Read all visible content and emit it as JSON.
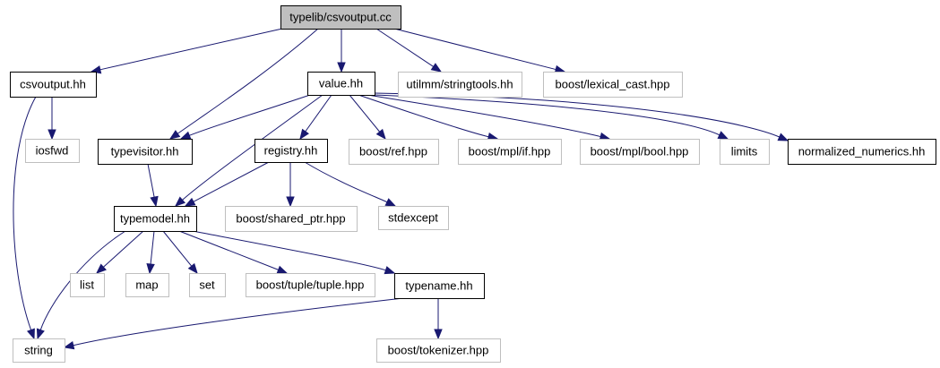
{
  "diagram": {
    "colors": {
      "edge": "#191970",
      "root_fill": "#bfbfbf",
      "local_border": "#000000",
      "external_border": "#bfbfbf",
      "background": "#ffffff"
    },
    "nodes": [
      {
        "id": "csvoutput_cc",
        "label": "typelib/csvoutput.cc",
        "kind": "root"
      },
      {
        "id": "csvoutput_hh",
        "label": "csvoutput.hh",
        "kind": "local"
      },
      {
        "id": "value_hh",
        "label": "value.hh",
        "kind": "local"
      },
      {
        "id": "stringtools",
        "label": "utilmm/stringtools.hh",
        "kind": "external"
      },
      {
        "id": "lexical_cast",
        "label": "boost/lexical_cast.hpp",
        "kind": "external"
      },
      {
        "id": "iosfwd",
        "label": "iosfwd",
        "kind": "external"
      },
      {
        "id": "typevisitor_hh",
        "label": "typevisitor.hh",
        "kind": "local"
      },
      {
        "id": "registry_hh",
        "label": "registry.hh",
        "kind": "local"
      },
      {
        "id": "boost_ref",
        "label": "boost/ref.hpp",
        "kind": "external"
      },
      {
        "id": "boost_mpl_if",
        "label": "boost/mpl/if.hpp",
        "kind": "external"
      },
      {
        "id": "boost_mpl_bool",
        "label": "boost/mpl/bool.hpp",
        "kind": "external"
      },
      {
        "id": "limits",
        "label": "limits",
        "kind": "external"
      },
      {
        "id": "normalized_numerics",
        "label": "normalized_numerics.hh",
        "kind": "local"
      },
      {
        "id": "typemodel_hh",
        "label": "typemodel.hh",
        "kind": "local"
      },
      {
        "id": "shared_ptr",
        "label": "boost/shared_ptr.hpp",
        "kind": "external"
      },
      {
        "id": "stdexcept",
        "label": "stdexcept",
        "kind": "external"
      },
      {
        "id": "list",
        "label": "list",
        "kind": "external"
      },
      {
        "id": "map",
        "label": "map",
        "kind": "external"
      },
      {
        "id": "set",
        "label": "set",
        "kind": "external"
      },
      {
        "id": "tuple",
        "label": "boost/tuple/tuple.hpp",
        "kind": "external"
      },
      {
        "id": "typename_hh",
        "label": "typename.hh",
        "kind": "local"
      },
      {
        "id": "string",
        "label": "string",
        "kind": "external"
      },
      {
        "id": "tokenizer",
        "label": "boost/tokenizer.hpp",
        "kind": "external"
      }
    ],
    "edges": [
      {
        "from": "csvoutput_cc",
        "to": "csvoutput_hh"
      },
      {
        "from": "csvoutput_cc",
        "to": "value_hh"
      },
      {
        "from": "csvoutput_cc",
        "to": "stringtools"
      },
      {
        "from": "csvoutput_cc",
        "to": "lexical_cast"
      },
      {
        "from": "csvoutput_cc",
        "to": "typevisitor_hh"
      },
      {
        "from": "csvoutput_hh",
        "to": "iosfwd"
      },
      {
        "from": "csvoutput_hh",
        "to": "string"
      },
      {
        "from": "value_hh",
        "to": "typevisitor_hh"
      },
      {
        "from": "value_hh",
        "to": "registry_hh"
      },
      {
        "from": "value_hh",
        "to": "boost_ref"
      },
      {
        "from": "value_hh",
        "to": "boost_mpl_if"
      },
      {
        "from": "value_hh",
        "to": "boost_mpl_bool"
      },
      {
        "from": "value_hh",
        "to": "limits"
      },
      {
        "from": "value_hh",
        "to": "normalized_numerics"
      },
      {
        "from": "value_hh",
        "to": "typemodel_hh"
      },
      {
        "from": "typevisitor_hh",
        "to": "typemodel_hh"
      },
      {
        "from": "registry_hh",
        "to": "typemodel_hh"
      },
      {
        "from": "registry_hh",
        "to": "shared_ptr"
      },
      {
        "from": "registry_hh",
        "to": "stdexcept"
      },
      {
        "from": "typemodel_hh",
        "to": "list"
      },
      {
        "from": "typemodel_hh",
        "to": "map"
      },
      {
        "from": "typemodel_hh",
        "to": "set"
      },
      {
        "from": "typemodel_hh",
        "to": "tuple"
      },
      {
        "from": "typemodel_hh",
        "to": "typename_hh"
      },
      {
        "from": "typemodel_hh",
        "to": "string"
      },
      {
        "from": "typename_hh",
        "to": "string"
      },
      {
        "from": "typename_hh",
        "to": "tokenizer"
      }
    ]
  }
}
